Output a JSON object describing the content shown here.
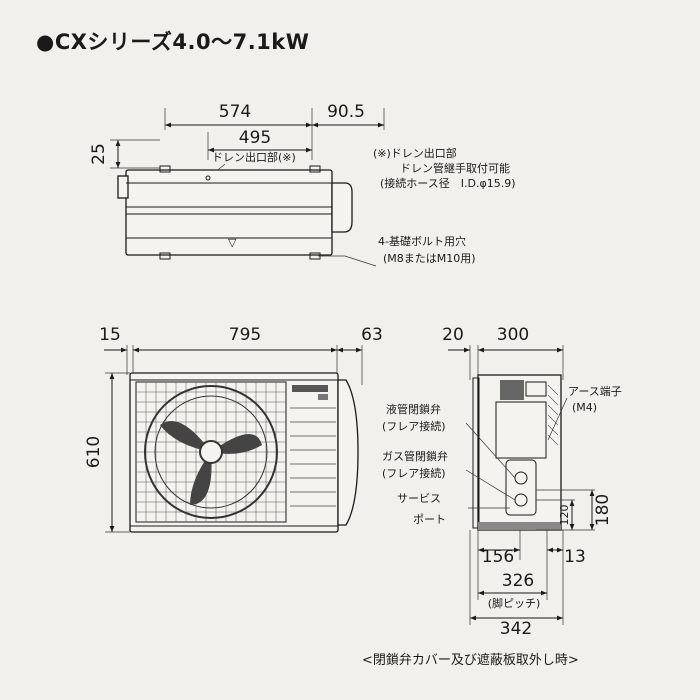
{
  "title": "●CXシリーズ4.0〜7.1kW",
  "top_view": {
    "dim_574": "574",
    "dim_90_5": "90.5",
    "dim_495": "495",
    "dim_25": "25",
    "drain_label": "ドレン出口部(※)",
    "note_1": "(※)ドレン出口部",
    "note_2": "ドレン管継手取付可能",
    "note_3": "(接続ホース径　I.D.φ15.9)",
    "bolt_1": "4-基礎ボルト用穴",
    "bolt_2": "(M8またはM10用)"
  },
  "front_view": {
    "dim_15": "15",
    "dim_795": "795",
    "dim_63": "63",
    "dim_610": "610"
  },
  "side_view": {
    "dim_20": "20",
    "dim_300": "300",
    "earth_1": "アース端子",
    "earth_2": "(M4)",
    "liquid_1": "液管閉鎖弁",
    "liquid_2": "(フレア接続)",
    "gas_1": "ガス管閉鎖弁",
    "gas_2": "(フレア接続)",
    "service_1": "サービス",
    "service_2": "ポート",
    "dim_120": "120",
    "dim_180": "180",
    "dim_156": "156",
    "dim_13": "13",
    "dim_326": "326",
    "pitch": "(脚ピッチ)",
    "dim_342": "342"
  },
  "footer": "<閉鎖弁カバー及び遮蔽板取外し時>"
}
